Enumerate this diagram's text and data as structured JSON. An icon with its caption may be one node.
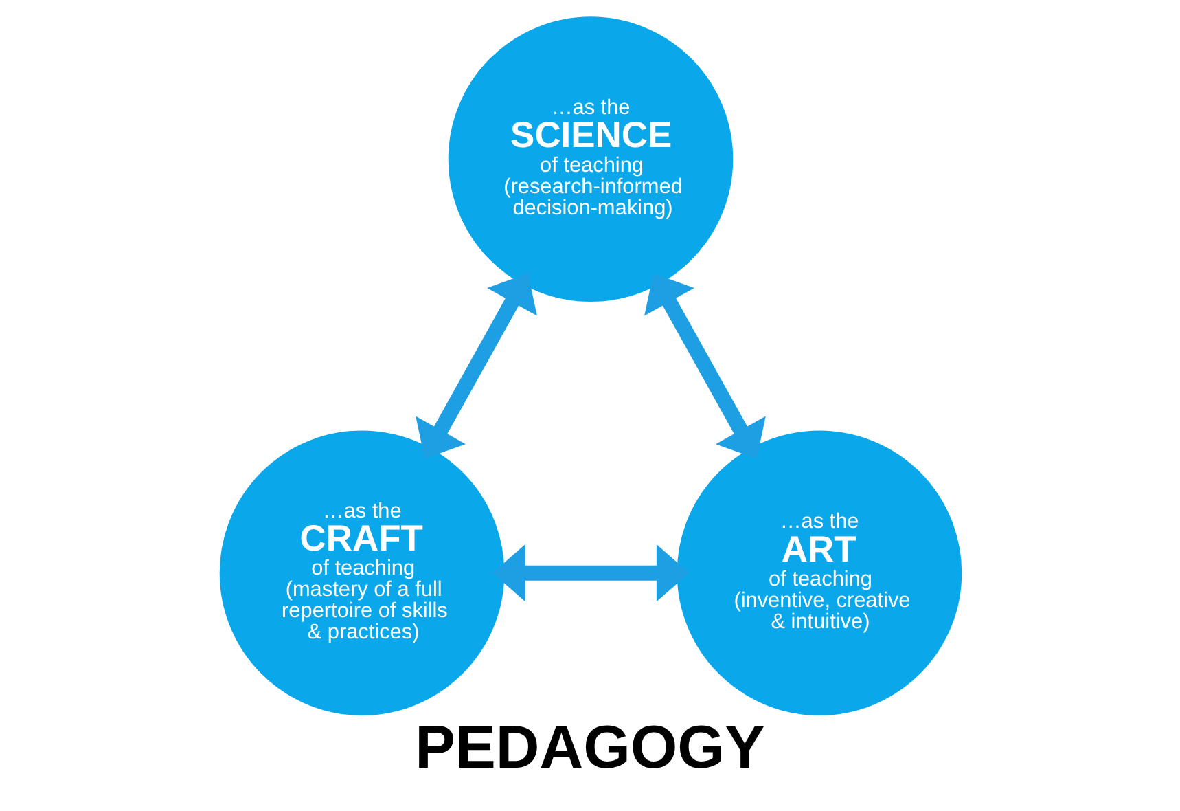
{
  "diagram": {
    "title": "PEDAGOGY",
    "nodes": [
      {
        "text": [
          "…as the",
          "SCIENCE",
          "of teaching",
          "(research-informed decision-making)"
        ]
      },
      {
        "text": [
          "…as the",
          "CRAFT",
          "of teaching",
          "(mastery of a full repertoire of skills & practices)"
        ]
      },
      {
        "text": [
          "…as the",
          "ART",
          "of teaching",
          "(inventive, creative & intuitive)"
        ]
      }
    ],
    "edges": [
      {
        "from": 1,
        "to": 0,
        "arrow": "both"
      },
      {
        "from": 0,
        "to": 2,
        "arrow": "both"
      },
      {
        "from": 1,
        "to": 2,
        "arrow": "both"
      }
    ]
  }
}
